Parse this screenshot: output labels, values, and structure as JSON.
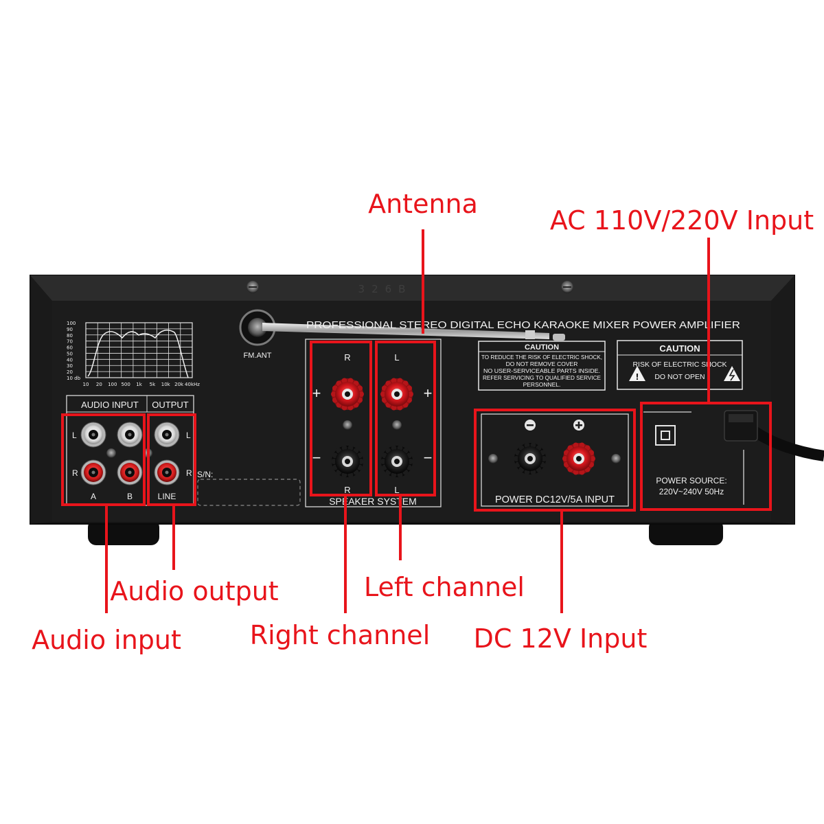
{
  "callouts": {
    "antenna": "Antenna",
    "ac_input": "AC 110V/220V Input",
    "audio_output": "Audio output",
    "audio_input": "Audio input",
    "left_channel": "Left channel",
    "right_channel": "Right channel",
    "dc_input": "DC 12V Input"
  },
  "panel": {
    "model": "326B",
    "title": "PROFESSIONAL STEREO DIGITAL ECHO KARAOKE MIXER POWER AMPLIFIER",
    "fm_ant": "FM.ANT",
    "audio_input_label": "AUDIO INPUT",
    "output_label": "OUTPUT",
    "l": "L",
    "r": "R",
    "a": "A",
    "b": "B",
    "line": "LINE",
    "sn": "S/N:",
    "plus": "+",
    "minus": "−",
    "speaker_system": "SPEAKER SYSTEM",
    "power_dc": "POWER DC12V/5A INPUT",
    "power_source": "POWER SOURCE:",
    "power_range": "220V~240V  50Hz",
    "caution1": {
      "title": "CAUTION",
      "lines": [
        "TO REDUCE THE RISK OF ELECTRIC SHOCK,",
        "DO NOT REMOVE COVER",
        "NO USER-SERVICEABLE PARTS INSIDE.",
        "REFER SERVICING TO QUALIFIED SERVICE",
        "PERSONNEL."
      ]
    },
    "caution2": {
      "title": "CAUTION",
      "line1": "RISK OF ELECTRIC SHOCK",
      "line2": "DO NOT OPEN"
    },
    "graph": {
      "y_ticks": [
        "100",
        "90",
        "80",
        "70",
        "60",
        "50",
        "40",
        "30",
        "20",
        "10 db"
      ],
      "x_ticks": [
        "10",
        "20",
        "100",
        "500",
        "1k",
        "5k",
        "10k",
        "20k",
        "40kHz"
      ]
    }
  },
  "colors": {
    "callout_red": "#e8141b",
    "panel_black": "#1b1b1b",
    "binding_red": "#d4171d"
  }
}
